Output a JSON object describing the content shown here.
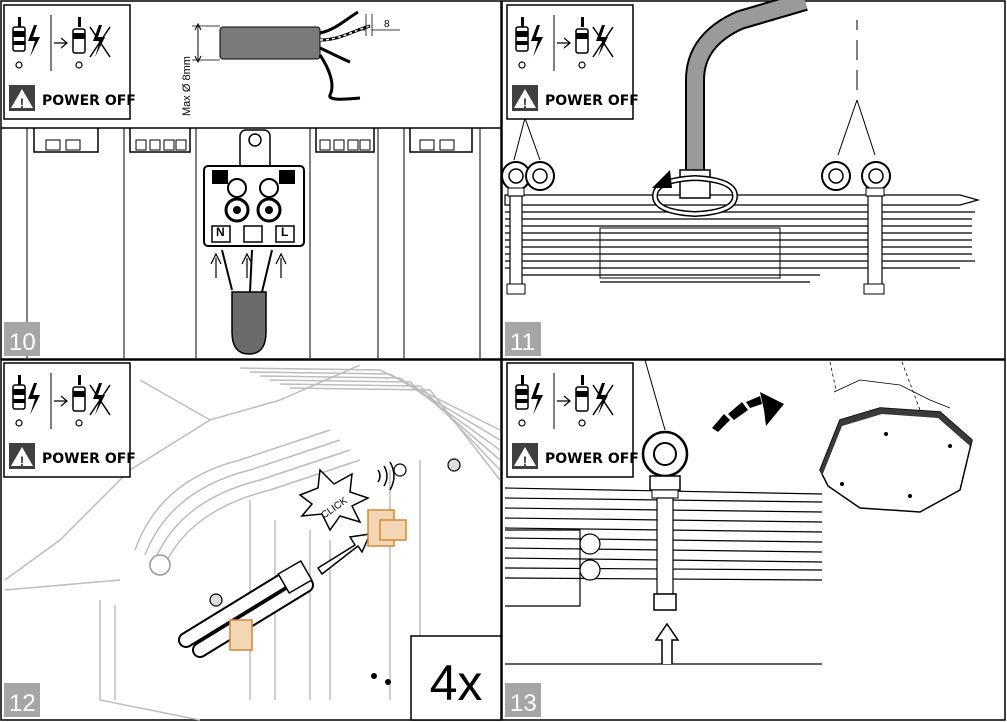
{
  "warning": {
    "label": "POWER OFF",
    "sign": "!"
  },
  "step10": {
    "number": "10",
    "dimension_label": "Max  Ø 8mm",
    "strip_length": "8",
    "terminals": [
      "N",
      "L"
    ]
  },
  "step11": {
    "number": "11"
  },
  "step12": {
    "number": "12",
    "click_label": "CLICK",
    "quantity": "4x"
  },
  "step13": {
    "number": "13"
  },
  "colors": {
    "frame": "#000000",
    "number_box": "#a6a6a6",
    "cable": "#999999",
    "cap": "#6b6b6b",
    "accent": "#d98532"
  }
}
